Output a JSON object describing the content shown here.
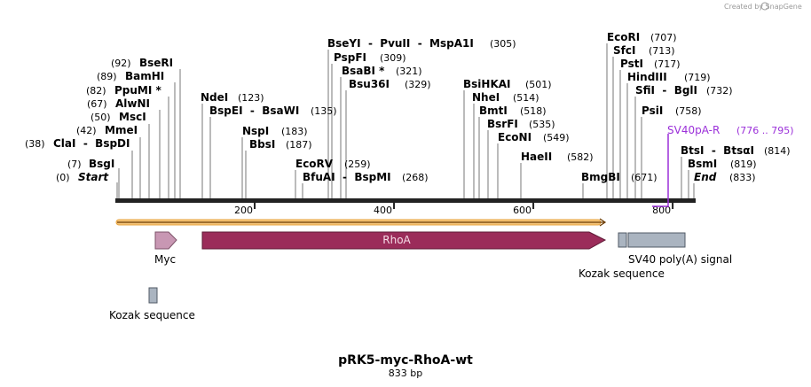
{
  "credit": "Created by SnapGene",
  "title": "pRK5-myc-RhoA-wt",
  "length_label": "833 bp",
  "length": 833,
  "ticks": [
    200,
    400,
    600,
    800
  ],
  "features": {
    "myc": "Myc",
    "rhoa": "RhoA",
    "kozak1": "Kozak sequence",
    "kozak2": "Kozak sequence",
    "sv40": "SV40 poly(A) signal"
  },
  "primer": {
    "name": "SV40pA-R",
    "range": "(776 .. 795)"
  },
  "sites": [
    {
      "name": "Start",
      "pos": "(0)",
      "italic": true
    },
    {
      "name": "BsgI",
      "pos": "(7)"
    },
    {
      "name": "ClaI  -  BspDI",
      "pos": "(38)"
    },
    {
      "name": "MmeI",
      "pos": "(42)"
    },
    {
      "name": "MscI",
      "pos": "(50)"
    },
    {
      "name": "AlwNI",
      "pos": "(67)"
    },
    {
      "name": "PpuMI *",
      "pos": "(82)"
    },
    {
      "name": "BamHI",
      "pos": "(89)"
    },
    {
      "name": "BseRI",
      "pos": "(92)"
    },
    {
      "name": "NdeI",
      "pos": "(123)"
    },
    {
      "name": "BspEI  -  BsaWI",
      "pos": "(135)"
    },
    {
      "name": "NspI",
      "pos": "(183)"
    },
    {
      "name": "BbsI",
      "pos": "(187)"
    },
    {
      "name": "EcoRV",
      "pos": "(259)"
    },
    {
      "name": "BfuAI  -  BspMI",
      "pos": "(268)"
    },
    {
      "name": "BseYI  -  PvuII  -  MspA1I",
      "pos": "(305)"
    },
    {
      "name": "PspFI",
      "pos": "(309)"
    },
    {
      "name": "BsaBI *",
      "pos": "(321)"
    },
    {
      "name": "Bsu36I",
      "pos": "(329)"
    },
    {
      "name": "BsiHKAI",
      "pos": "(501)"
    },
    {
      "name": "NheI",
      "pos": "(514)"
    },
    {
      "name": "BmtI",
      "pos": "(518)"
    },
    {
      "name": "BsrFI",
      "pos": "(535)"
    },
    {
      "name": "EcoNI",
      "pos": "(549)"
    },
    {
      "name": "HaeII",
      "pos": "(582)"
    },
    {
      "name": "BmgBI",
      "pos": "(671)"
    },
    {
      "name": "EcoRI",
      "pos": "(707)"
    },
    {
      "name": "SfcI",
      "pos": "(713)"
    },
    {
      "name": "PstI",
      "pos": "(717)"
    },
    {
      "name": "HindIII",
      "pos": "(719)"
    },
    {
      "name": "SfiI  -  BglI",
      "pos": "(732)"
    },
    {
      "name": "PsiI",
      "pos": "(758)"
    },
    {
      "name": "BtsI  -  BtsαI",
      "pos": "(814)"
    },
    {
      "name": "BsmI",
      "pos": "(819)"
    },
    {
      "name": "End",
      "pos": "(833)",
      "italic": true
    }
  ]
}
